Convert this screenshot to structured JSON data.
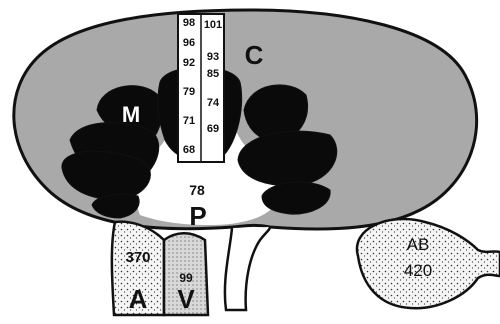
{
  "labels": {
    "cortex": "C",
    "medulla": "M",
    "pelvis": "P",
    "artery": "A",
    "vein": "V",
    "artery_value": "370",
    "vein_value": "99",
    "pelvis_value": "78",
    "ab_top": "AB",
    "ab_value": "420"
  },
  "left_column": [
    "98",
    "96",
    "92",
    "79",
    "71",
    "68"
  ],
  "right_column": [
    "101",
    "93",
    "85",
    "74",
    "69"
  ],
  "colors": {
    "cortex_fill": "#a9a9a9",
    "pyramid_fill": "#0a0a0a",
    "outline": "#111111",
    "stipple_bg": "#f4f4f4"
  }
}
